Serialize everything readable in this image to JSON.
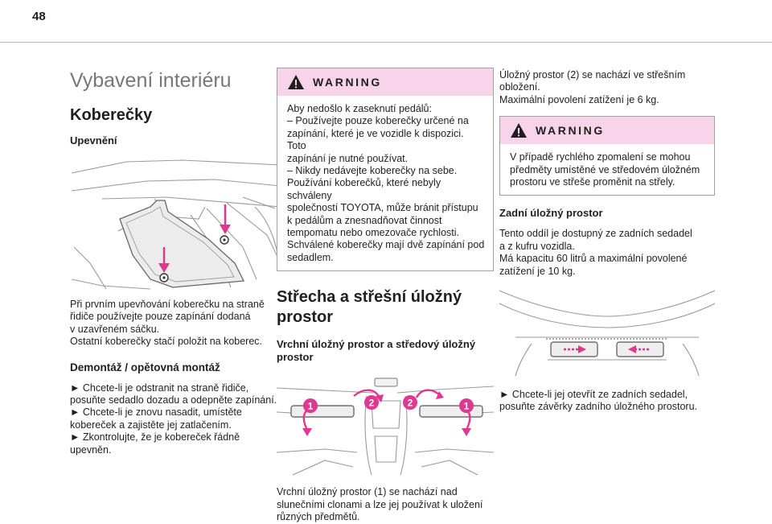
{
  "page_number": "48",
  "col1": {
    "title": "Vybavení interiéru",
    "section": "Koberečky",
    "sub1": "Upevnění",
    "para1": [
      "Při prvním upevňování koberečku na straně",
      "řidiče používejte pouze zapínání dodaná",
      "v uzavřeném sáčku.",
      "Ostatní koberečky stačí položit na koberec."
    ],
    "sub2": "Demontáž / opětovná montáž",
    "para2": [
      "► Chcete-li je odstranit na straně řidiče,",
      "posuňte sedadlo dozadu a odepněte zapínání.",
      "► Chcete-li je znovu nasadit, umístěte",
      "kobereček a zajistěte jej zatlačením.",
      "► Zkontrolujte, že je kobereček řádně upevněn."
    ]
  },
  "col2": {
    "warning_title": "WARNING",
    "warning_lines": [
      "Aby nedošlo k zaseknutí pedálů:",
      "– Používejte pouze koberečky určené na",
      "zapínání, které je ve vozidle k dispozici. Toto",
      "zapínání je nutné používat.",
      "– Nikdy nedávejte koberečky na sebe.",
      "Používání koberečků, které nebyly schváleny",
      "společností TOYOTA, může bránit přístupu",
      "k pedálům a znesnadňovat činnost",
      "tempomatu nebo omezovače rychlosti.",
      "Schválené koberečky mají dvě zapínání pod",
      "sedadlem."
    ],
    "section": [
      "Střecha a střešní úložný",
      "prostor"
    ],
    "sub": [
      "Vrchní úložný prostor a středový úložný",
      "prostor"
    ],
    "callout1": "1",
    "callout2": "2",
    "para": [
      "Vrchní úložný prostor (1) se nachází nad",
      "slunečními clonami a lze jej používat k uložení",
      "různých předmětů."
    ]
  },
  "col3": {
    "intro": [
      "Úložný prostor (2) se nachází ve střešním",
      "obložení.",
      "Maximální povolení zatížení je 6 kg."
    ],
    "warning_title": "WARNING",
    "warning_lines": [
      "V případě rychlého zpomalení se mohou",
      "předměty umístěné ve středovém úložném",
      "prostoru ve střeše proměnit na střely."
    ],
    "sub": "Zadní úložný prostor",
    "para": [
      "Tento oddíl je dostupný ze zadních sedadel",
      "a z kufru vozidla.",
      "Má kapacitu 60 litrů a maximální povolené",
      "zatížení je 10 kg."
    ],
    "para2": [
      "► Chcete-li jej otevřít ze zadních sedadel,",
      "posuňte závěrky zadního úložného prostoru."
    ]
  },
  "colors": {
    "accent": "#e0388f",
    "warning_bg": "#f7d4ea",
    "heading_grey": "#777777"
  }
}
